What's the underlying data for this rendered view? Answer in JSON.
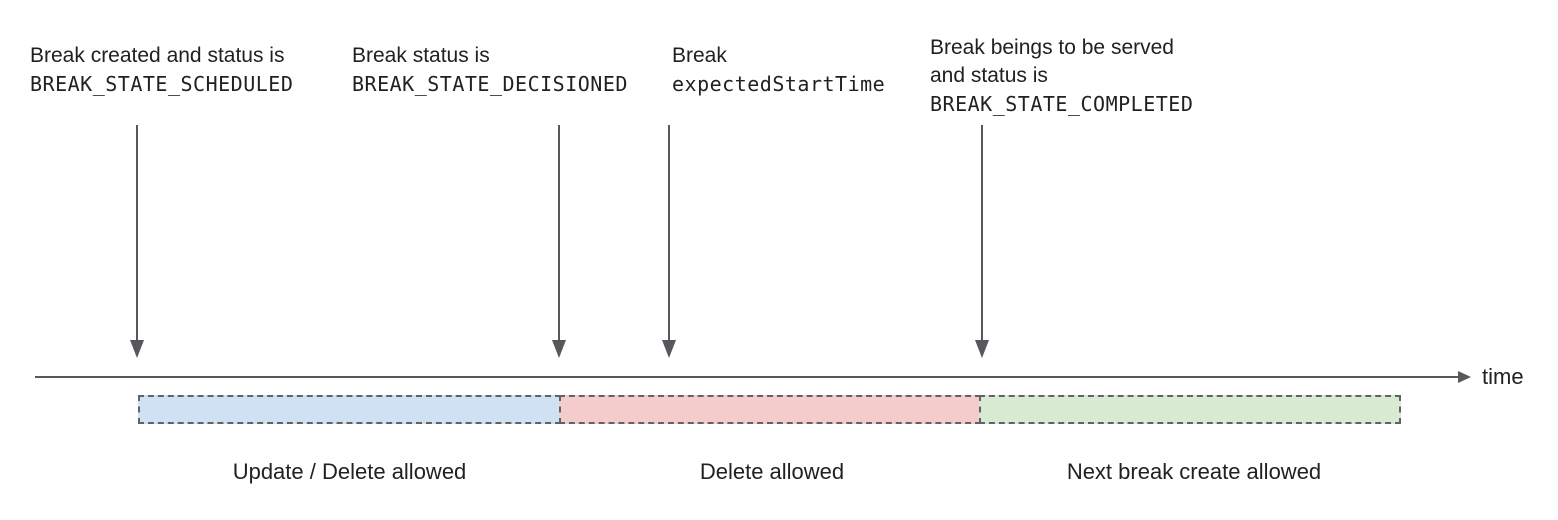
{
  "diagram_title": "break-lifecycle-timeline",
  "annotations": [
    {
      "line1": "Break created and status is",
      "line2": "BREAK_STATE_SCHEDULED"
    },
    {
      "line1": "Break status is",
      "line2": "BREAK_STATE_DECISIONED"
    },
    {
      "line1": "Break",
      "line2": "expectedStartTime"
    },
    {
      "line1": "Break beings to be served",
      "line2": "and status is",
      "line3": "BREAK_STATE_COMPLETED"
    }
  ],
  "timeline": {
    "axis_label": "time"
  },
  "segments": [
    {
      "label": "Update / Delete allowed",
      "fill": "#cfe2f3"
    },
    {
      "label": "Delete allowed",
      "fill": "#f4cccc"
    },
    {
      "label": "Next break create allowed",
      "fill": "#d9ead3"
    }
  ],
  "colors": {
    "text": "#202124",
    "arrow": "#56585b",
    "segment_border": "#5f6368",
    "segment_blue": "#cfe2f3",
    "segment_red": "#f4cccc",
    "segment_green": "#d9ead3"
  }
}
